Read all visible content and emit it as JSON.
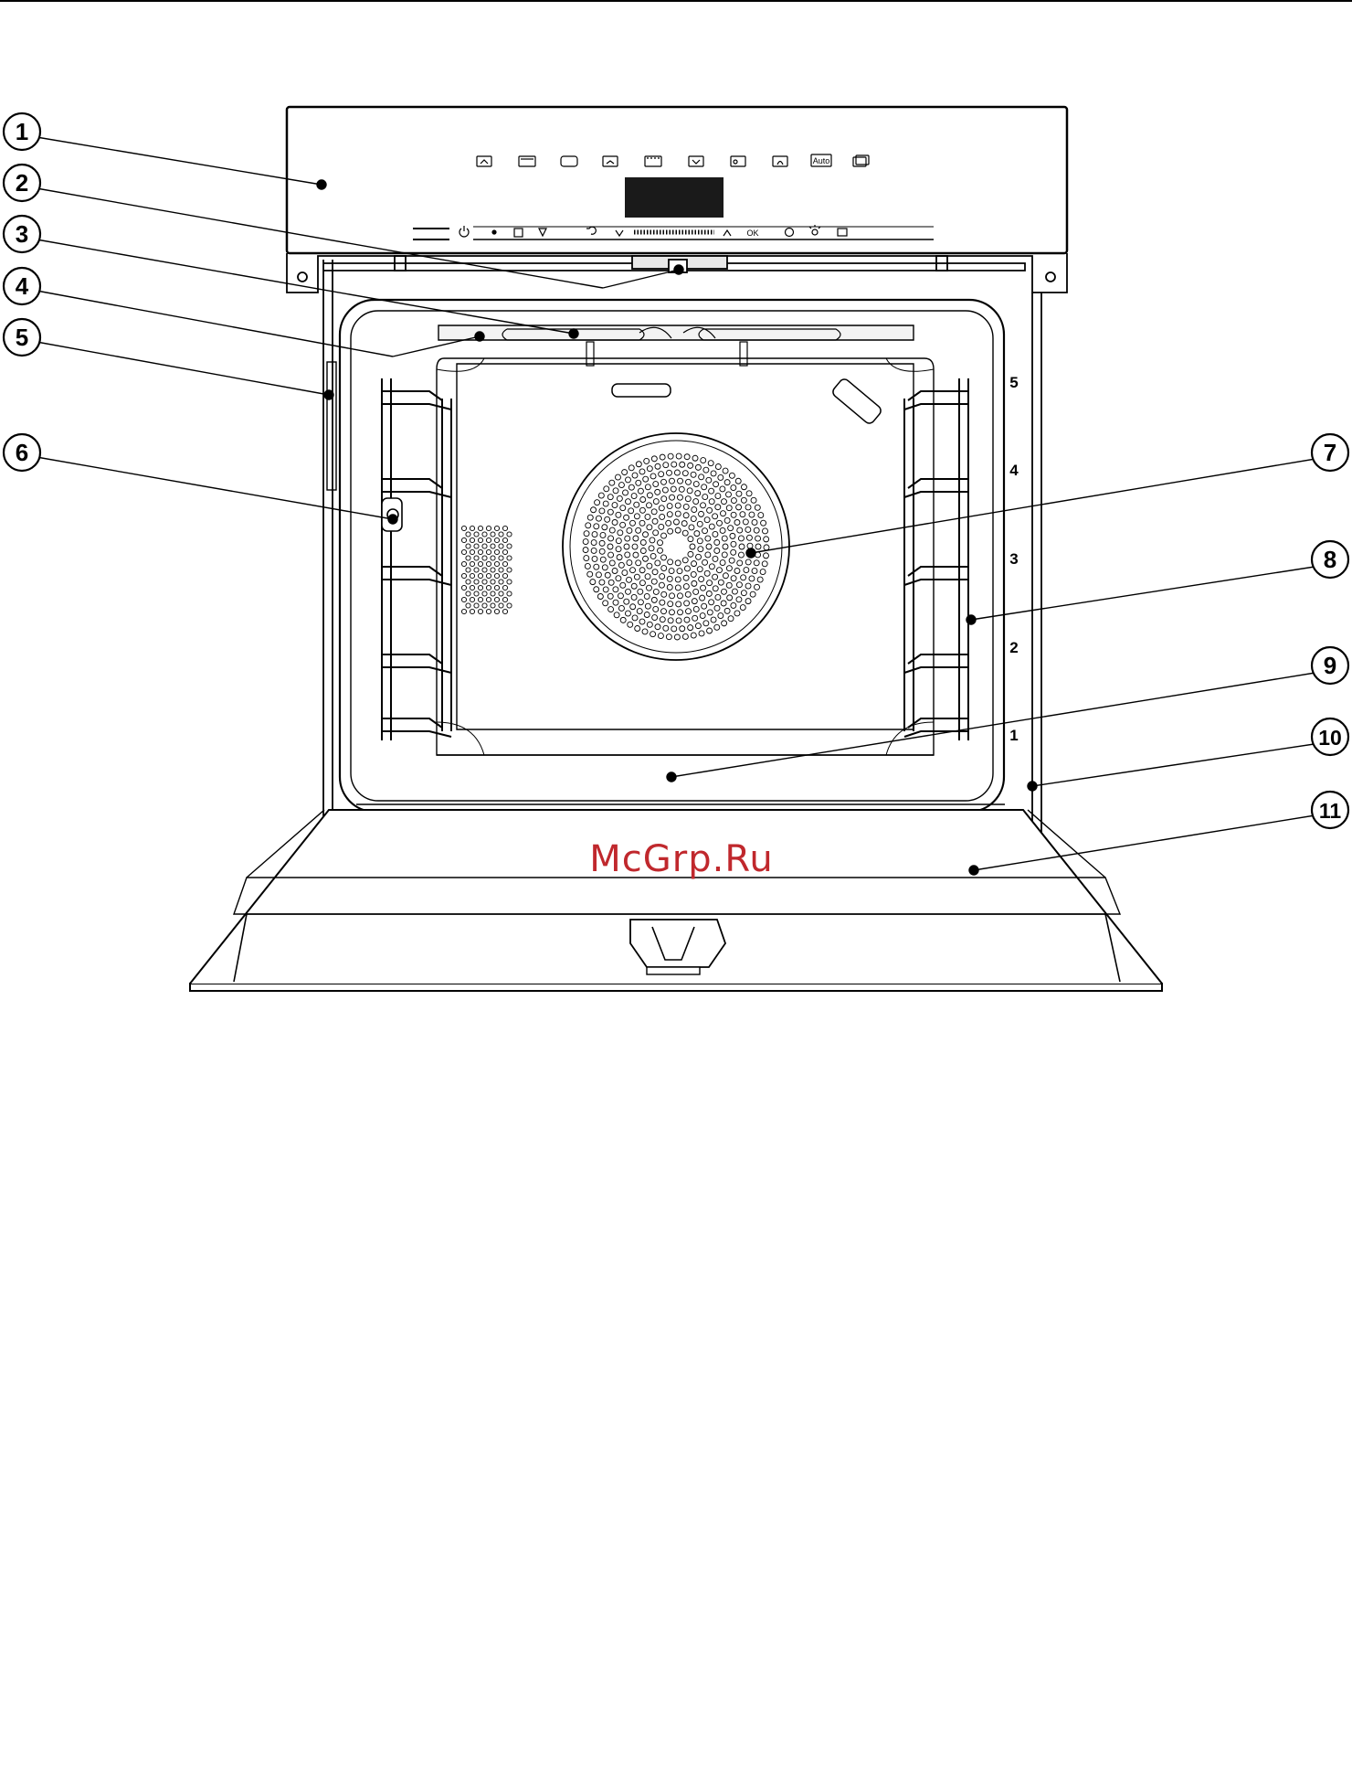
{
  "callouts": [
    {
      "num": "1"
    },
    {
      "num": "2"
    },
    {
      "num": "3"
    },
    {
      "num": "4"
    },
    {
      "num": "5"
    },
    {
      "num": "6"
    },
    {
      "num": "7"
    },
    {
      "num": "8"
    },
    {
      "num": "9"
    },
    {
      "num": "10"
    },
    {
      "num": "11"
    }
  ],
  "shelf_levels": [
    "5",
    "4",
    "3",
    "2",
    "1"
  ],
  "control_panel": {
    "auto_label": "Auto",
    "ok_label": "OK"
  },
  "watermark": "McGrp.Ru"
}
